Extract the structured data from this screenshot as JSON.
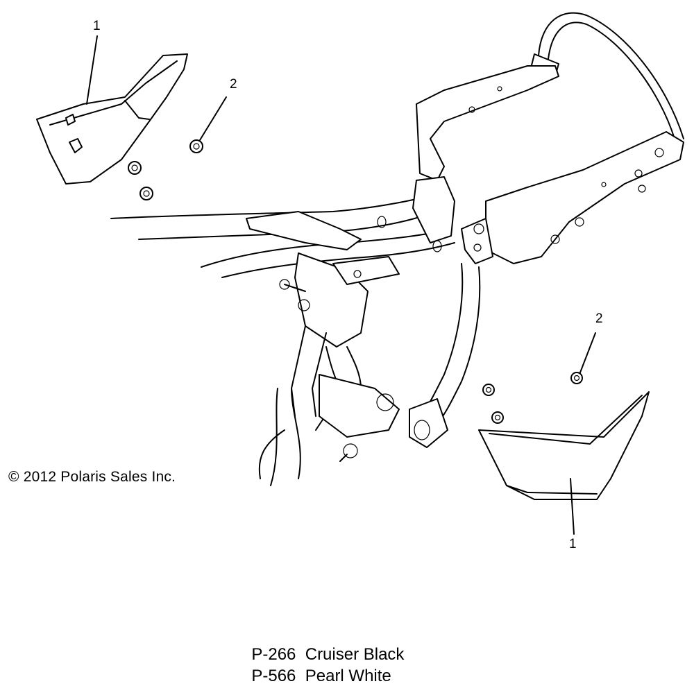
{
  "callouts": {
    "left_panel": "1",
    "left_nuts": "2",
    "right_nuts": "2",
    "right_panel": "1"
  },
  "copyright": "© 2012 Polaris Sales Inc.",
  "color_codes": [
    {
      "code": "P-266",
      "name": "Cruiser Black"
    },
    {
      "code": "P-566",
      "name": "Pearl White"
    }
  ],
  "colors": {
    "line": "#000000",
    "background": "#ffffff"
  }
}
